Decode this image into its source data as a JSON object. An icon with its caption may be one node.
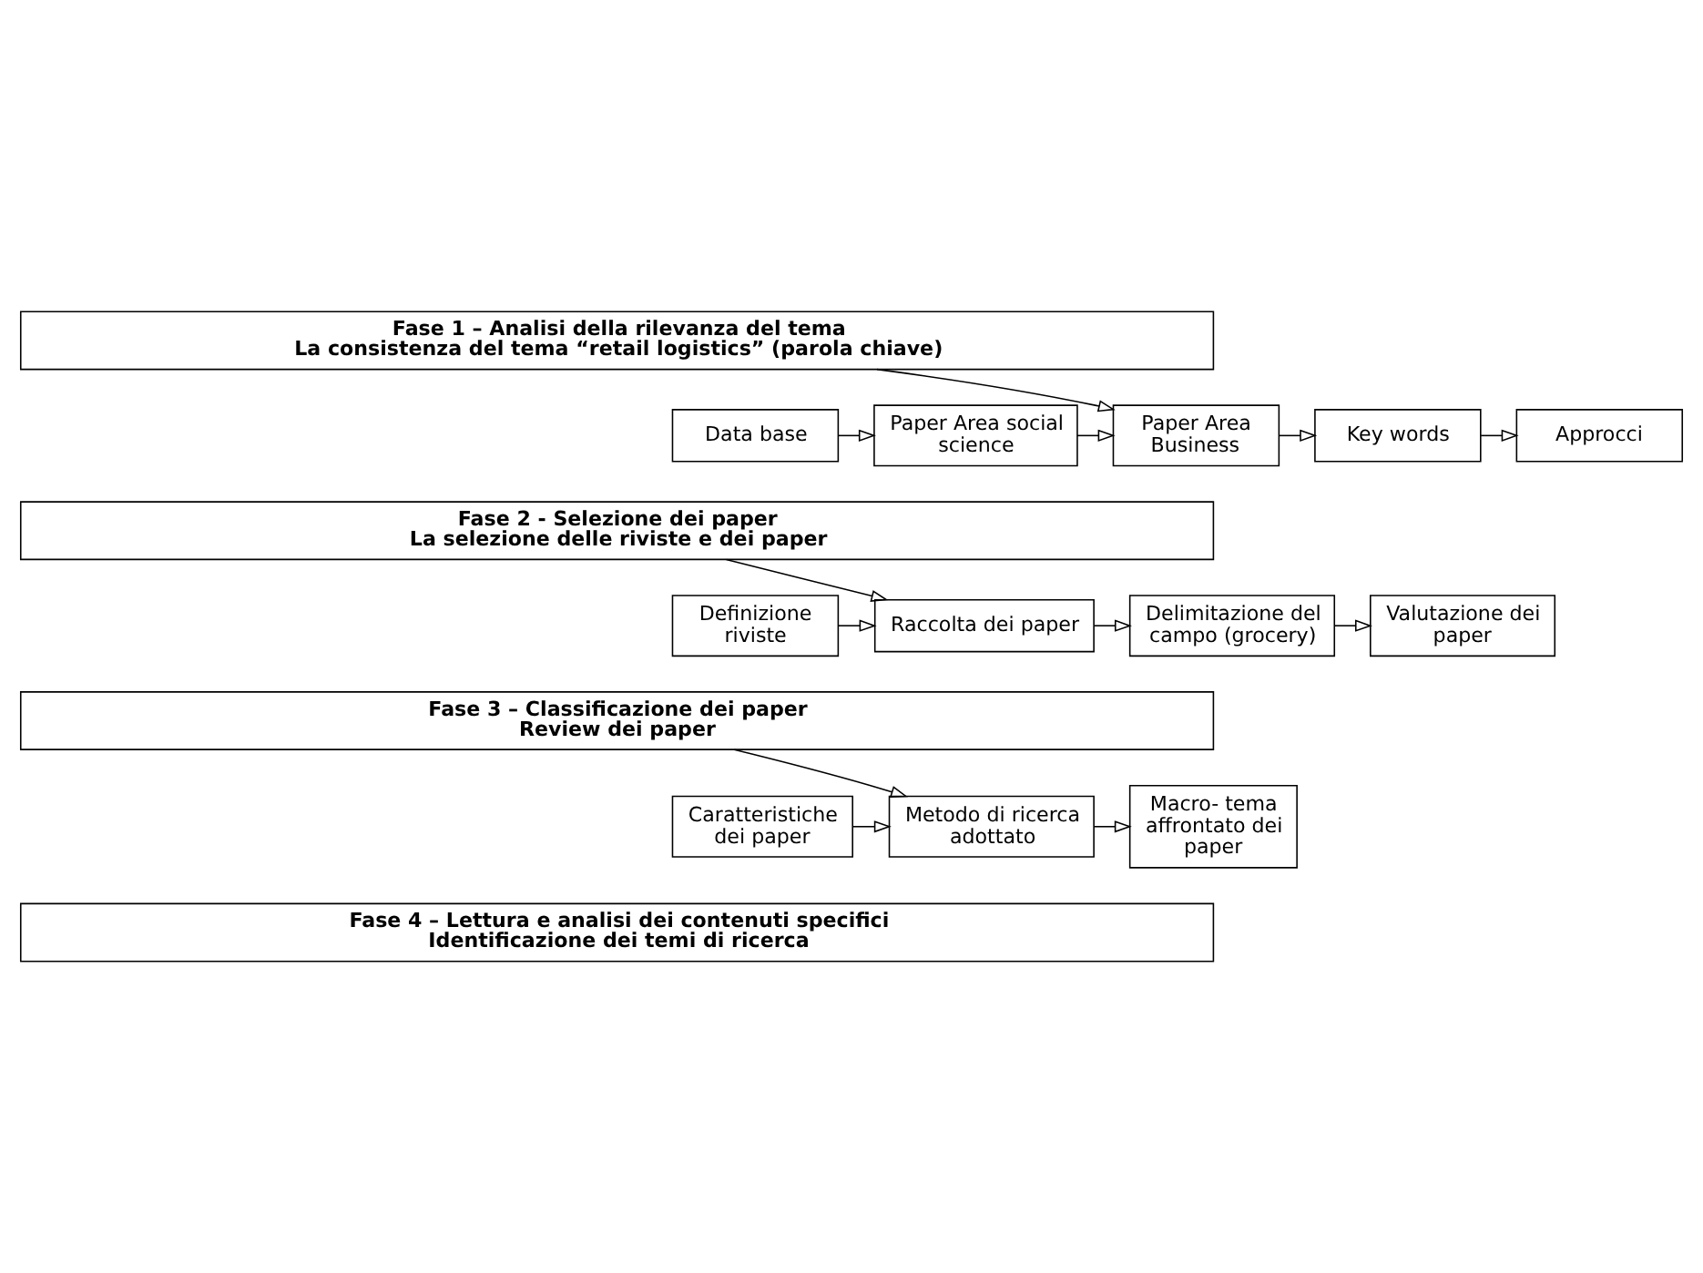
{
  "diagram": {
    "nodes": [
      {
        "text": [
          "Fase 1 – Analisi della rilevanza del tema",
          "La consistenza del tema “retail logistics” (parola chiave)"
        ]
      },
      {
        "text": [
          "Data base"
        ]
      },
      {
        "text": [
          "Paper Area social science"
        ]
      },
      {
        "text": [
          "Paper Area Business"
        ]
      },
      {
        "text": [
          "Key words"
        ]
      },
      {
        "text": [
          "Approcci"
        ]
      },
      {
        "text": [
          "Fase 2 - Selezione dei paper",
          "La selezione delle riviste e dei paper"
        ]
      },
      {
        "text": [
          "Definizione riviste"
        ]
      },
      {
        "text": [
          "Raccolta dei paper"
        ]
      },
      {
        "text": [
          "Delimitazione del campo (grocery)"
        ]
      },
      {
        "text": [
          "Valutazione dei paper"
        ]
      },
      {
        "text": [
          "Fase 3 – Classificazione dei paper",
          "Review dei paper"
        ]
      },
      {
        "text": [
          "Caratteristiche dei paper"
        ]
      },
      {
        "text": [
          "Metodo di ricerca adottato"
        ]
      },
      {
        "text": [
          "Macro- tema affrontato dei paper"
        ]
      },
      {
        "text": [
          "Fase 4 – Lettura e analisi dei contenuti specifici",
          "Identificazione dei temi di ricerca"
        ]
      }
    ],
    "edges": [
      {
        "from": 0,
        "to": 3,
        "arrow": "to"
      },
      {
        "from": 1,
        "to": 2,
        "arrow": "to"
      },
      {
        "from": 2,
        "to": 3,
        "arrow": "to"
      },
      {
        "from": 3,
        "to": 4,
        "arrow": "to"
      },
      {
        "from": 4,
        "to": 5,
        "arrow": "to"
      },
      {
        "from": 6,
        "to": 8,
        "arrow": "to"
      },
      {
        "from": 7,
        "to": 8,
        "arrow": "to"
      },
      {
        "from": 8,
        "to": 9,
        "arrow": "to"
      },
      {
        "from": 9,
        "to": 10,
        "arrow": "to"
      },
      {
        "from": 11,
        "to": 13,
        "arrow": "to"
      },
      {
        "from": 12,
        "to": 13,
        "arrow": "to"
      },
      {
        "from": 13,
        "to": 14,
        "arrow": "to"
      }
    ]
  }
}
